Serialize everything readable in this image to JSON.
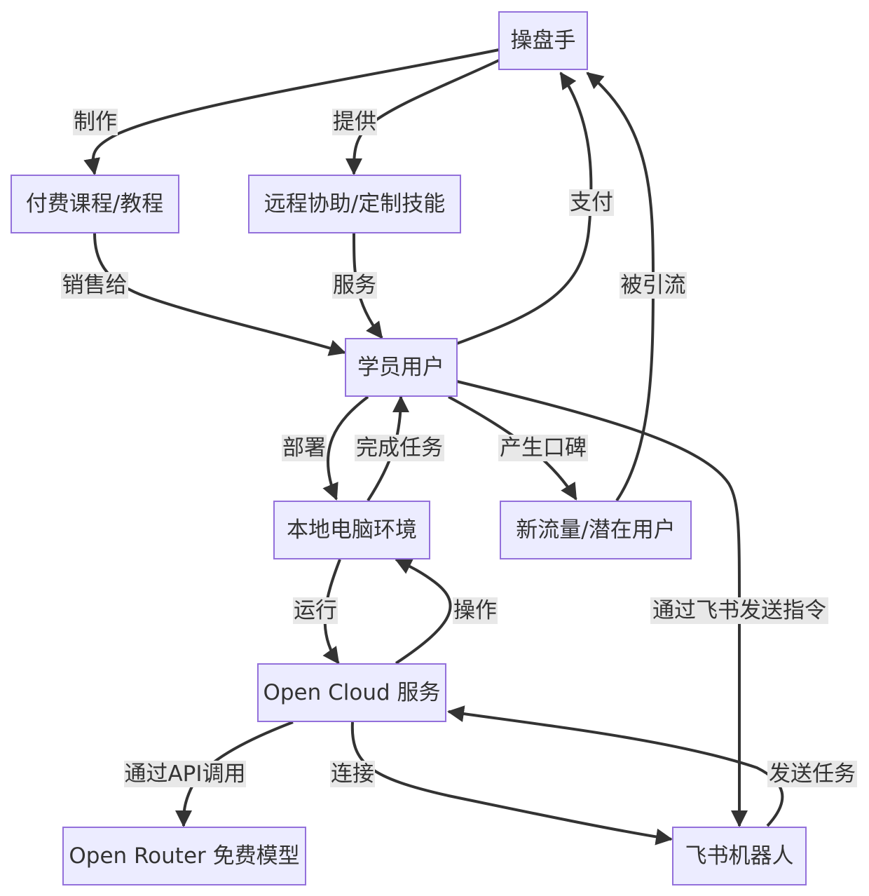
{
  "nodes": {
    "trader": "操盘手",
    "course": "付费课程/教程",
    "remote": "远程协助/定制技能",
    "student": "学员用户",
    "local_env": "本地电脑环境",
    "new_traffic": "新流量/潜在用户",
    "open_cloud": "Open Cloud 服务",
    "open_router": "Open Router 免费模型",
    "feishu_bot": "飞书机器人"
  },
  "edges": {
    "make": "制作",
    "provide": "提供",
    "pay": "支付",
    "attracted": "被引流",
    "sell_to": "销售给",
    "service": "服务",
    "deploy": "部署",
    "complete_task": "完成任务",
    "word_of_mouth": "产生口碑",
    "via_feishu": "通过飞书发送指令",
    "run": "运行",
    "operate": "操作",
    "via_api": "通过API调用",
    "connect": "连接",
    "send_task": "发送任务"
  },
  "colors": {
    "node_fill": "#ECECFF",
    "node_stroke": "#9370DB",
    "edge": "#333333",
    "label_bg": "#E8E8E8"
  }
}
